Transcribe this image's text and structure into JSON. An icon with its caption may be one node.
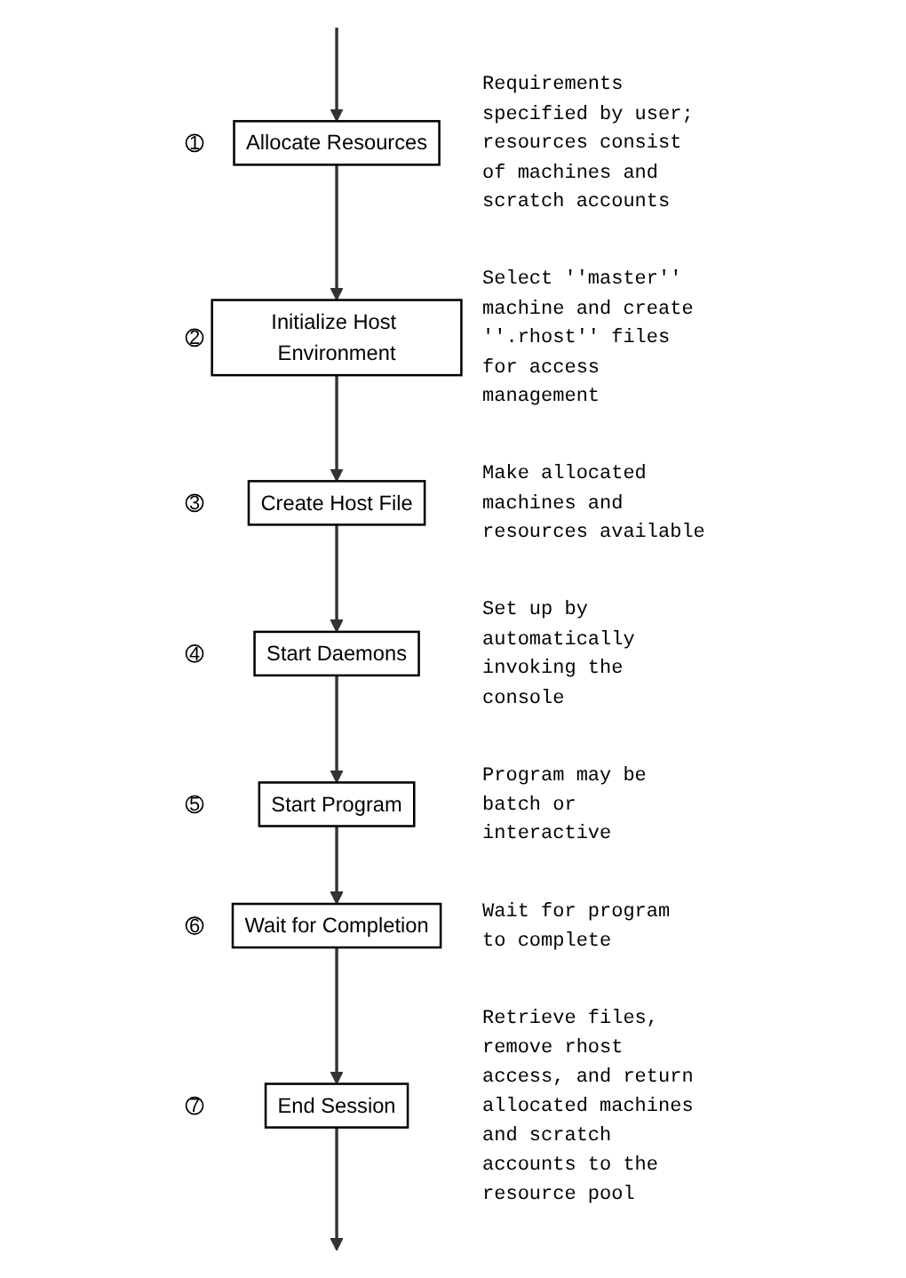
{
  "diagram": {
    "nodes": [
      {
        "text": [
          "1"
        ]
      },
      {
        "text": [
          "Allocate Resources"
        ],
        "beside": [
          "Requirements specified by user; resources consist of machines and scratch accounts"
        ]
      },
      {
        "text": [
          "2"
        ]
      },
      {
        "text": [
          "Initialize Host Environment"
        ],
        "beside": [
          "Select ''master'' machine and create ''.rhost'' files for access management"
        ]
      },
      {
        "text": [
          "3"
        ]
      },
      {
        "text": [
          "Create Host File"
        ],
        "beside": [
          "Make allocated machines and resources available"
        ]
      },
      {
        "text": [
          "4"
        ]
      },
      {
        "text": [
          "Start Daemons"
        ],
        "beside": [
          "Set up by automatically invoking the console"
        ]
      },
      {
        "text": [
          "5"
        ]
      },
      {
        "text": [
          "Start Program"
        ],
        "beside": [
          "Program may be batch or interactive"
        ]
      },
      {
        "text": [
          "6"
        ]
      },
      {
        "text": [
          "Wait for Completion"
        ],
        "beside": [
          "Wait for program to complete"
        ]
      },
      {
        "text": [
          "7"
        ]
      },
      {
        "text": [
          "End Session"
        ],
        "beside": [
          "Retrieve files, remove rhost access, and return allocated machines and scratch accounts to the resource pool"
        ]
      }
    ],
    "edges": [
      {
        "from": null,
        "to": 1,
        "arrow": "to"
      },
      {
        "from": 1,
        "to": 3,
        "arrow": "to"
      },
      {
        "from": 3,
        "to": 5,
        "arrow": "to"
      },
      {
        "from": 5,
        "to": 7,
        "arrow": "to"
      },
      {
        "from": 7,
        "to": 9,
        "arrow": "to"
      },
      {
        "from": 9,
        "to": 11,
        "arrow": "to"
      },
      {
        "from": 11,
        "to": 13,
        "arrow": "to"
      },
      {
        "from": 13,
        "to": null,
        "arrow": "to"
      }
    ]
  }
}
